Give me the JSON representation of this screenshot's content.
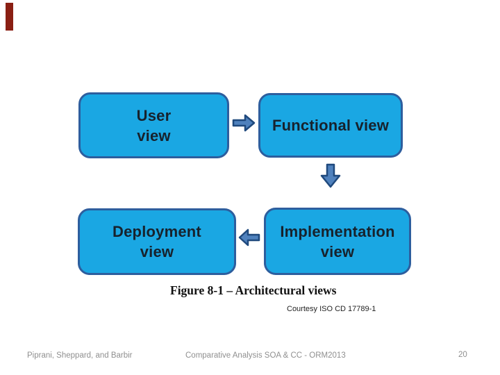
{
  "slide": {
    "accent_bar": {
      "color": "#8a1f13"
    },
    "caption": "Figure 8-1 – Architectural views",
    "courtesy": "Courtesy ISO CD 17789-1",
    "footer": {
      "authors": "Piprani, Sheppard, and Barbir",
      "presentation_title": "Comparative Analysis SOA & CC - ORM2013",
      "page_number": "20"
    }
  },
  "diagram": {
    "colors": {
      "box_fill": "#1aa7e3",
      "box_border": "#2d5e9e",
      "box_text": "#17222d",
      "arrow_fill": "#4f81bd",
      "arrow_border": "#1f497d"
    },
    "boxes": {
      "user": {
        "line1": "User",
        "line2": "view"
      },
      "functional": {
        "line1": "Functional view",
        "line2": ""
      },
      "deployment": {
        "line1": "Deployment",
        "line2": "view"
      },
      "implementation": {
        "line1": "Implementation",
        "line2": "view"
      }
    },
    "arrows": [
      {
        "name": "right-arrow",
        "from": "User view",
        "to": "Functional view"
      },
      {
        "name": "down-arrow",
        "from": "Functional view",
        "to": "Implementation view"
      },
      {
        "name": "left-arrow",
        "from": "Implementation view",
        "to": "Deployment view"
      }
    ]
  }
}
